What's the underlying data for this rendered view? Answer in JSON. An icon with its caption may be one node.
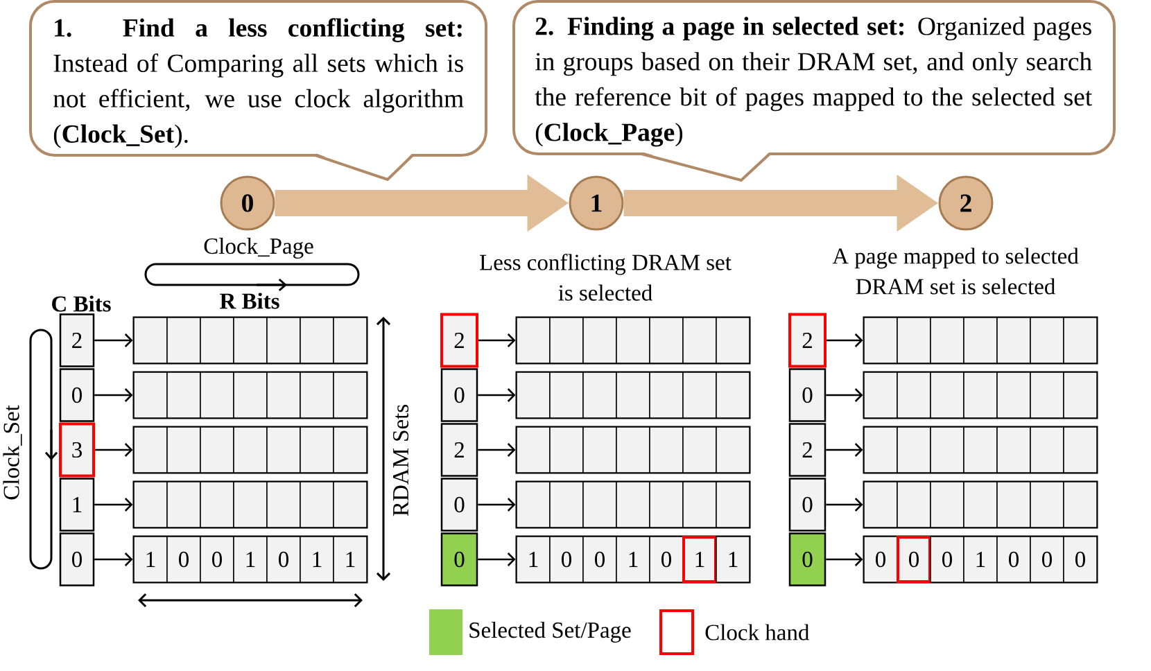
{
  "diagram": {
    "nodes": [
      {
        "text": [
          "**1. Find a less conflicting set:** Instead of Comparing all sets which is not efficient, we use clock algorithm (**Clock_Set**)."
        ]
      },
      {
        "text": [
          "**2. Finding a page in selected set:** Organized pages in groups based on their DRAM set, and only search the reference bit of pages mapped to the selected set (**Clock_Page**)"
        ]
      },
      {
        "text": [
          "0"
        ]
      },
      {
        "text": [
          "1"
        ]
      },
      {
        "text": [
          "2"
        ]
      },
      {
        "text": [
          "2"
        ]
      },
      {
        "text": [],
        "shape": "box"
      },
      {
        "text": [],
        "shape": "box",
        "in": 6
      },
      {
        "text": [],
        "shape": "box",
        "in": 6
      },
      {
        "text": [],
        "shape": "box",
        "in": 6
      },
      {
        "text": [],
        "shape": "box",
        "in": 6
      },
      {
        "text": [],
        "shape": "box",
        "in": 6
      },
      {
        "text": [],
        "shape": "box",
        "in": 6
      },
      {
        "text": [],
        "shape": "box",
        "in": 6
      },
      {
        "text": [
          "0"
        ]
      },
      {
        "text": [],
        "shape": "box"
      },
      {
        "text": [],
        "shape": "box",
        "in": 15
      },
      {
        "text": [],
        "shape": "box",
        "in": 15
      },
      {
        "text": [],
        "shape": "box",
        "in": 15
      },
      {
        "text": [],
        "shape": "box",
        "in": 15
      },
      {
        "text": [],
        "shape": "box",
        "in": 15
      },
      {
        "text": [],
        "shape": "box",
        "in": 15
      },
      {
        "text": [],
        "shape": "box",
        "in": 15
      },
      {
        "text": [
          "3"
        ]
      },
      {
        "text": [],
        "shape": "box"
      },
      {
        "text": [],
        "shape": "box",
        "in": 24
      },
      {
        "text": [],
        "shape": "box",
        "in": 24
      },
      {
        "text": [],
        "shape": "box",
        "in": 24
      },
      {
        "text": [],
        "shape": "box",
        "in": 24
      },
      {
        "text": [],
        "shape": "box",
        "in": 24
      },
      {
        "text": [],
        "shape": "box",
        "in": 24
      },
      {
        "text": [],
        "shape": "box",
        "in": 24
      },
      {
        "text": [
          "1"
        ]
      },
      {
        "text": [],
        "shape": "box"
      },
      {
        "text": [],
        "shape": "box",
        "in": 33
      },
      {
        "text": [],
        "shape": "box",
        "in": 33
      },
      {
        "text": [],
        "shape": "box",
        "in": 33
      },
      {
        "text": [],
        "shape": "box",
        "in": 33
      },
      {
        "text": [],
        "shape": "box",
        "in": 33
      },
      {
        "text": [],
        "shape": "box",
        "in": 33
      },
      {
        "text": [],
        "shape": "box",
        "in": 33
      },
      {
        "text": [
          "0"
        ]
      },
      {
        "text": [],
        "shape": "box"
      },
      {
        "text": [
          "1"
        ],
        "in": 42
      },
      {
        "text": [
          "0"
        ],
        "in": 42
      },
      {
        "text": [
          "0"
        ],
        "in": 42
      },
      {
        "text": [
          "1"
        ],
        "in": 42
      },
      {
        "text": [
          "0"
        ],
        "in": 42
      },
      {
        "text": [
          "1"
        ],
        "in": 42
      },
      {
        "text": [
          "1"
        ],
        "in": 42
      },
      {
        "text": [
          "2"
        ]
      },
      {
        "text": [],
        "shape": "box"
      },
      {
        "text": [],
        "shape": "box",
        "in": 51
      },
      {
        "text": [],
        "shape": "box",
        "in": 51
      },
      {
        "text": [],
        "shape": "box",
        "in": 51
      },
      {
        "text": [],
        "shape": "box",
        "in": 51
      },
      {
        "text": [],
        "shape": "box",
        "in": 51
      },
      {
        "text": [],
        "shape": "box",
        "in": 51
      },
      {
        "text": [],
        "shape": "box",
        "in": 51
      },
      {
        "text": [
          "0"
        ]
      },
      {
        "text": [],
        "shape": "box"
      },
      {
        "text": [],
        "shape": "box",
        "in": 60
      },
      {
        "text": [],
        "shape": "box",
        "in": 60
      },
      {
        "text": [],
        "shape": "box",
        "in": 60
      },
      {
        "text": [],
        "shape": "box",
        "in": 60
      },
      {
        "text": [],
        "shape": "box",
        "in": 60
      },
      {
        "text": [],
        "shape": "box",
        "in": 60
      },
      {
        "text": [],
        "shape": "box",
        "in": 60
      },
      {
        "text": [
          "2"
        ]
      },
      {
        "text": [],
        "shape": "box"
      },
      {
        "text": [],
        "shape": "box",
        "in": 69
      },
      {
        "text": [],
        "shape": "box",
        "in": 69
      },
      {
        "text": [],
        "shape": "box",
        "in": 69
      },
      {
        "text": [],
        "shape": "box",
        "in": 69
      },
      {
        "text": [],
        "shape": "box",
        "in": 69
      },
      {
        "text": [],
        "shape": "box",
        "in": 69
      },
      {
        "text": [],
        "shape": "box",
        "in": 69
      },
      {
        "text": [
          "0"
        ]
      },
      {
        "text": [],
        "shape": "box"
      },
      {
        "text": [],
        "shape": "box",
        "in": 78
      },
      {
        "text": [],
        "shape": "box",
        "in": 78
      },
      {
        "text": [],
        "shape": "box",
        "in": 78
      },
      {
        "text": [],
        "shape": "box",
        "in": 78
      },
      {
        "text": [],
        "shape": "box",
        "in": 78
      },
      {
        "text": [],
        "shape": "box",
        "in": 78
      },
      {
        "text": [],
        "shape": "box",
        "in": 78
      },
      {
        "text": [
          "0"
        ]
      },
      {
        "text": [],
        "shape": "box"
      },
      {
        "text": [
          "1"
        ],
        "in": 87
      },
      {
        "text": [
          "0"
        ],
        "in": 87
      },
      {
        "text": [
          "0"
        ],
        "in": 87
      },
      {
        "text": [
          "1"
        ],
        "in": 87
      },
      {
        "text": [
          "0"
        ],
        "in": 87
      },
      {
        "text": [
          "1"
        ],
        "in": 87
      },
      {
        "text": [
          "1"
        ],
        "in": 87
      },
      {
        "text": [
          "2"
        ]
      },
      {
        "text": [],
        "shape": "box"
      },
      {
        "text": [],
        "shape": "box",
        "in": 96
      },
      {
        "text": [],
        "shape": "box",
        "in": 96
      },
      {
        "text": [],
        "shape": "box",
        "in": 96
      },
      {
        "text": [],
        "shape": "box",
        "in": 96
      },
      {
        "text": [],
        "shape": "box",
        "in": 96
      },
      {
        "text": [],
        "shape": "box",
        "in": 96
      },
      {
        "text": [],
        "shape": "box",
        "in": 96
      },
      {
        "text": [
          "0"
        ]
      },
      {
        "text": [],
        "shape": "box"
      },
      {
        "text": [],
        "shape": "box",
        "in": 105
      },
      {
        "text": [],
        "shape": "box",
        "in": 105
      },
      {
        "text": [],
        "shape": "box",
        "in": 105
      },
      {
        "text": [],
        "shape": "box",
        "in": 105
      },
      {
        "text": [],
        "shape": "box",
        "in": 105
      },
      {
        "text": [],
        "shape": "box",
        "in": 105
      },
      {
        "text": [],
        "shape": "box",
        "in": 105
      },
      {
        "text": [
          "2"
        ]
      },
      {
        "text": [],
        "shape": "box"
      },
      {
        "text": [],
        "shape": "box",
        "in": 114
      },
      {
        "text": [],
        "shape": "box",
        "in": 114
      },
      {
        "text": [],
        "shape": "box",
        "in": 114
      },
      {
        "text": [],
        "shape": "box",
        "in": 114
      },
      {
        "text": [],
        "shape": "box",
        "in": 114
      },
      {
        "text": [],
        "shape": "box",
        "in": 114
      },
      {
        "text": [],
        "shape": "box",
        "in": 114
      },
      {
        "text": [
          "0"
        ]
      },
      {
        "text": [],
        "shape": "box"
      },
      {
        "text": [],
        "shape": "box",
        "in": 123
      },
      {
        "text": [],
        "shape": "box",
        "in": 123
      },
      {
        "text": [],
        "shape": "box",
        "in": 123
      },
      {
        "text": [],
        "shape": "box",
        "in": 123
      },
      {
        "text": [],
        "shape": "box",
        "in": 123
      },
      {
        "text": [],
        "shape": "box",
        "in": 123
      },
      {
        "text": [],
        "shape": "box",
        "in": 123
      },
      {
        "text": [
          "0"
        ]
      },
      {
        "text": [],
        "shape": "box"
      },
      {
        "text": [
          "0"
        ],
        "in": 132
      },
      {
        "text": [
          "0"
        ],
        "in": 132
      },
      {
        "text": [
          "0"
        ],
        "in": 132
      },
      {
        "text": [
          "1"
        ],
        "in": 132
      },
      {
        "text": [
          "0"
        ],
        "in": 132
      },
      {
        "text": [
          "0"
        ],
        "in": 132
      },
      {
        "text": [
          "0"
        ],
        "in": 132
      }
    ],
    "edges": [
      {
        "from": 2,
        "to": 3,
        "arrow": "to",
        "style": "thick",
        "color": "#e0bd97"
      },
      {
        "from": 3,
        "to": 4,
        "arrow": "to",
        "style": "thick",
        "color": "#e0bd97"
      },
      {
        "from": 5,
        "to": 6,
        "arrow": "to"
      },
      {
        "from": 14,
        "to": 15,
        "arrow": "to"
      },
      {
        "from": 23,
        "to": 24,
        "arrow": "to"
      },
      {
        "from": 32,
        "to": 33,
        "arrow": "to"
      },
      {
        "from": 41,
        "to": 42,
        "arrow": "to"
      },
      {
        "from": 50,
        "to": 51,
        "arrow": "to"
      },
      {
        "from": 59,
        "to": 60,
        "arrow": "to"
      },
      {
        "from": 68,
        "to": 69,
        "arrow": "to"
      },
      {
        "from": 77,
        "to": 78,
        "arrow": "to"
      },
      {
        "from": 86,
        "to": 87,
        "arrow": "to"
      },
      {
        "from": 95,
        "to": 96,
        "arrow": "to"
      },
      {
        "from": 104,
        "to": 105,
        "arrow": "to"
      },
      {
        "from": 113,
        "to": 114,
        "arrow": "to"
      },
      {
        "from": 122,
        "to": 123,
        "arrow": "to"
      },
      {
        "from": 131,
        "to": 132,
        "arrow": "to"
      }
    ],
    "labels": [
      "Clock_Page",
      "Less conflicting DRAM set is selected",
      "A page mapped to selected DRAM set is selected",
      "C Bits",
      "R Bits",
      "Clock_Set",
      "RDAM Sets"
    ],
    "legend": [
      {
        "text": "Selected Set/Page",
        "color": "#92d050"
      },
      {
        "text": "Clock hand"
      }
    ]
  }
}
